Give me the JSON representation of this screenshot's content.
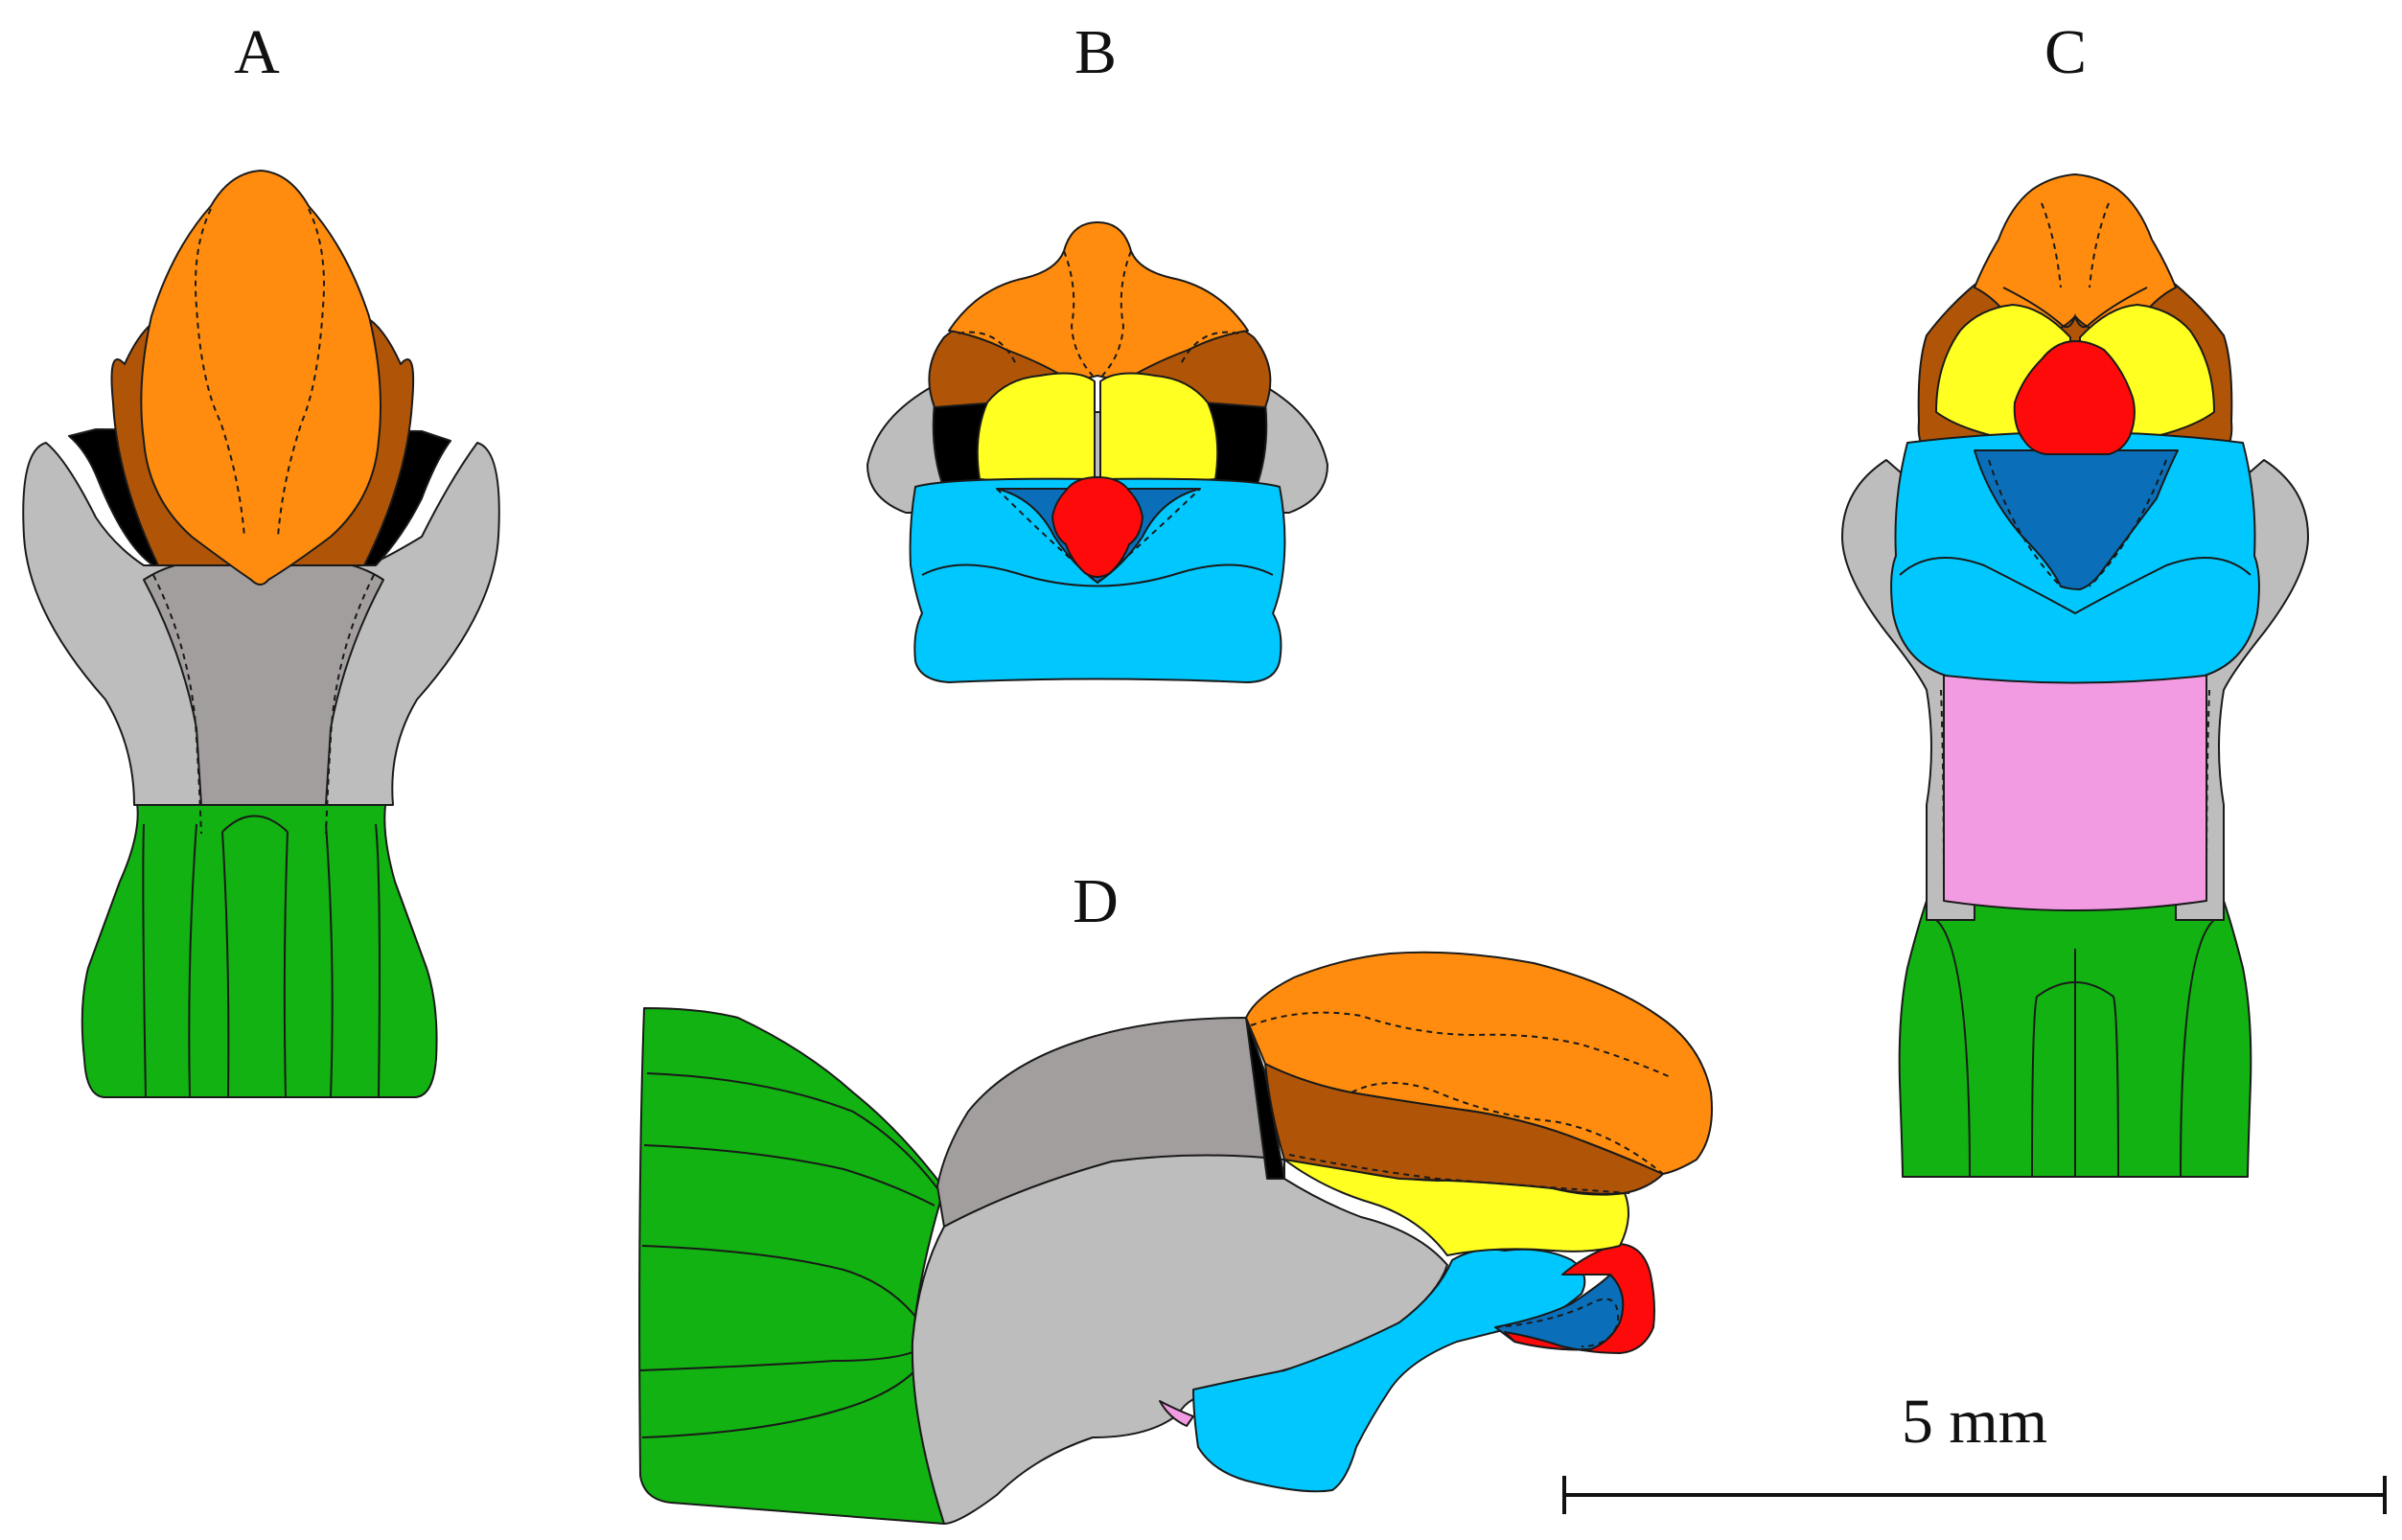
{
  "panels": {
    "a": {
      "label": "A"
    },
    "b": {
      "label": "B"
    },
    "c": {
      "label": "C"
    },
    "d": {
      "label": "D"
    }
  },
  "scale_bar": {
    "label": "5 mm"
  },
  "colors": {
    "orange": "#FF8C0E",
    "brown": "#B05508",
    "black": "#000000",
    "light_gray": "#BDBDBD",
    "mid_gray": "#A39E9E",
    "green": "#11B211",
    "yellow": "#FFFF22",
    "red": "#FF0A0A",
    "sky_blue": "#00C8FF",
    "dark_blue": "#0A6EB8",
    "pink": "#F29BE2"
  }
}
